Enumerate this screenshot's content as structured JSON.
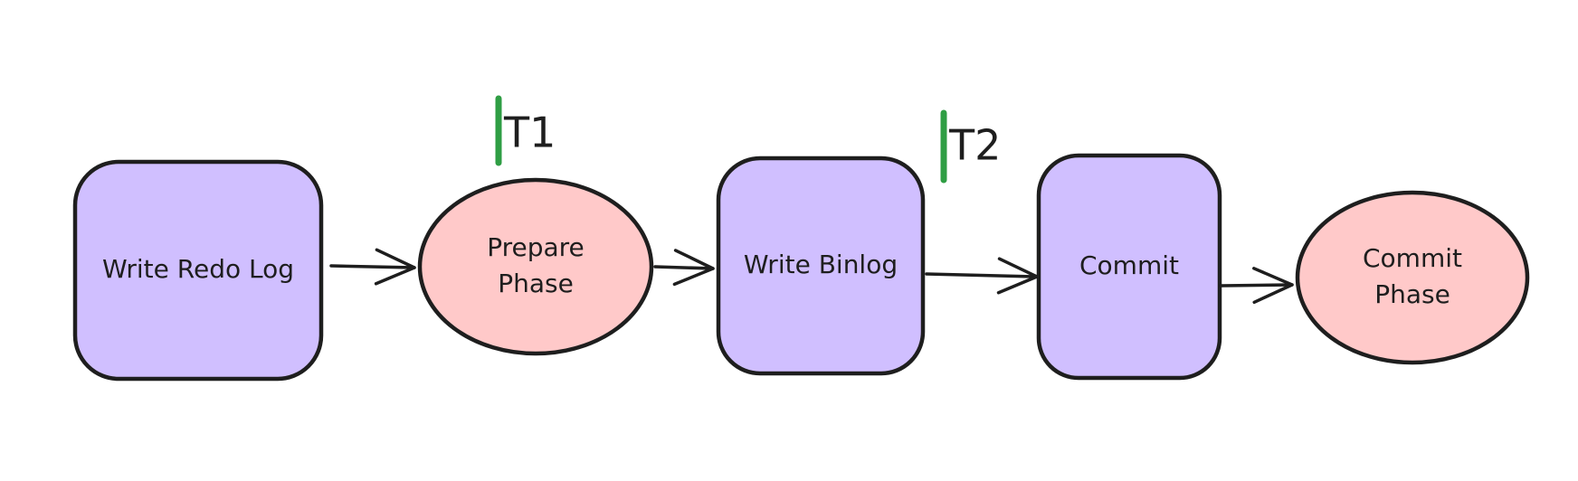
{
  "colors": {
    "process_fill": "#d0bfff",
    "phase_fill": "#ffc9c9",
    "stroke": "#1e1e1e",
    "marker": "#2f9e44"
  },
  "nodes": [
    {
      "id": "write-redo-log",
      "shape": "rounded-rect",
      "label_lines": [
        "Write Redo Log"
      ]
    },
    {
      "id": "prepare-phase",
      "shape": "ellipse",
      "label_lines": [
        "Prepare",
        "Phase"
      ]
    },
    {
      "id": "write-binlog",
      "shape": "rounded-rect",
      "label_lines": [
        "Write Binlog"
      ]
    },
    {
      "id": "commit",
      "shape": "rounded-rect",
      "label_lines": [
        "Commit"
      ]
    },
    {
      "id": "commit-phase",
      "shape": "ellipse",
      "label_lines": [
        "Commit",
        "Phase"
      ]
    }
  ],
  "edges": [
    {
      "from": "write-redo-log",
      "to": "prepare-phase"
    },
    {
      "from": "prepare-phase",
      "to": "write-binlog"
    },
    {
      "from": "write-binlog",
      "to": "commit"
    },
    {
      "from": "commit",
      "to": "commit-phase"
    }
  ],
  "markers": [
    {
      "id": "t1",
      "label": "T1"
    },
    {
      "id": "t2",
      "label": "T2"
    }
  ]
}
